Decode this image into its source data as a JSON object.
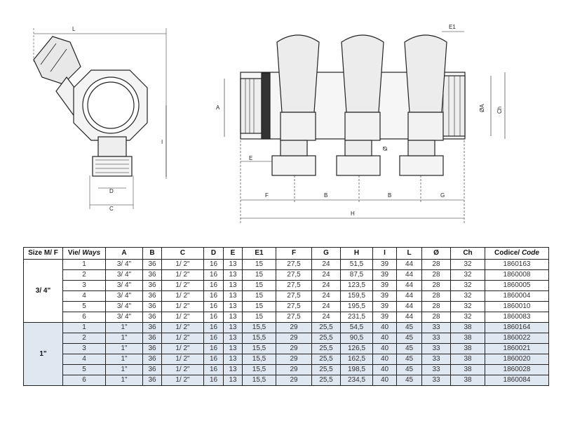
{
  "drawing_labels": {
    "left": {
      "L": "L",
      "I": "I",
      "D": "D",
      "C": "C"
    },
    "right": {
      "A": "A",
      "E": "E",
      "F": "F",
      "B1": "B",
      "B2": "B",
      "G": "G",
      "H": "H",
      "E1": "E1",
      "diamA": "ØA",
      "Ch": "Ch",
      "diam": "Ø"
    }
  },
  "table": {
    "headers": {
      "size": "Size M/ F",
      "ways_a": "Vie/ ",
      "ways_b": "Ways",
      "A": "A",
      "B": "B",
      "C": "C",
      "D": "D",
      "E": "E",
      "E1": "E1",
      "F": "F",
      "G": "G",
      "H": "H",
      "I": "I",
      "L": "L",
      "O": "Ø",
      "Ch": "Ch",
      "code_a": "Codice/ ",
      "code_b": "Code"
    },
    "groups": [
      {
        "size": "3/ 4\"",
        "rows": [
          [
            "1",
            "3/ 4\"",
            "36",
            "1/ 2\"",
            "16",
            "13",
            "15",
            "27,5",
            "24",
            "51,5",
            "39",
            "44",
            "28",
            "32",
            "1860163"
          ],
          [
            "2",
            "3/ 4\"",
            "36",
            "1/ 2\"",
            "16",
            "13",
            "15",
            "27,5",
            "24",
            "87,5",
            "39",
            "44",
            "28",
            "32",
            "1860008"
          ],
          [
            "3",
            "3/ 4\"",
            "36",
            "1/ 2\"",
            "16",
            "13",
            "15",
            "27,5",
            "24",
            "123,5",
            "39",
            "44",
            "28",
            "32",
            "1860005"
          ],
          [
            "4",
            "3/ 4\"",
            "36",
            "1/ 2\"",
            "16",
            "13",
            "15",
            "27,5",
            "24",
            "159,5",
            "39",
            "44",
            "28",
            "32",
            "1860004"
          ],
          [
            "5",
            "3/ 4\"",
            "36",
            "1/ 2\"",
            "16",
            "13",
            "15",
            "27,5",
            "24",
            "195,5",
            "39",
            "44",
            "28",
            "32",
            "1860010"
          ],
          [
            "6",
            "3/ 4\"",
            "36",
            "1/ 2\"",
            "16",
            "13",
            "15",
            "27,5",
            "24",
            "231,5",
            "39",
            "44",
            "28",
            "32",
            "1860083"
          ]
        ]
      },
      {
        "size": "1\"",
        "rows": [
          [
            "1",
            "1\"",
            "36",
            "1/ 2\"",
            "16",
            "13",
            "15,5",
            "29",
            "25,5",
            "54,5",
            "40",
            "45",
            "33",
            "38",
            "1860164"
          ],
          [
            "2",
            "1\"",
            "36",
            "1/ 2\"",
            "16",
            "13",
            "15,5",
            "29",
            "25,5",
            "90,5",
            "40",
            "45",
            "33",
            "38",
            "1860022"
          ],
          [
            "3",
            "1\"",
            "36",
            "1/ 2\"",
            "16",
            "13",
            "15,5",
            "29",
            "25,5",
            "126,5",
            "40",
            "45",
            "33",
            "38",
            "1860021"
          ],
          [
            "4",
            "1\"",
            "36",
            "1/ 2\"",
            "16",
            "13",
            "15,5",
            "29",
            "25,5",
            "162,5",
            "40",
            "45",
            "33",
            "38",
            "1860020"
          ],
          [
            "5",
            "1\"",
            "36",
            "1/ 2\"",
            "16",
            "13",
            "15,5",
            "29",
            "25,5",
            "198,5",
            "40",
            "45",
            "33",
            "38",
            "1860028"
          ],
          [
            "6",
            "1\"",
            "36",
            "1/ 2\"",
            "16",
            "13",
            "15,5",
            "29",
            "25,5",
            "234,5",
            "40",
            "45",
            "33",
            "38",
            "1860084"
          ]
        ]
      }
    ]
  }
}
